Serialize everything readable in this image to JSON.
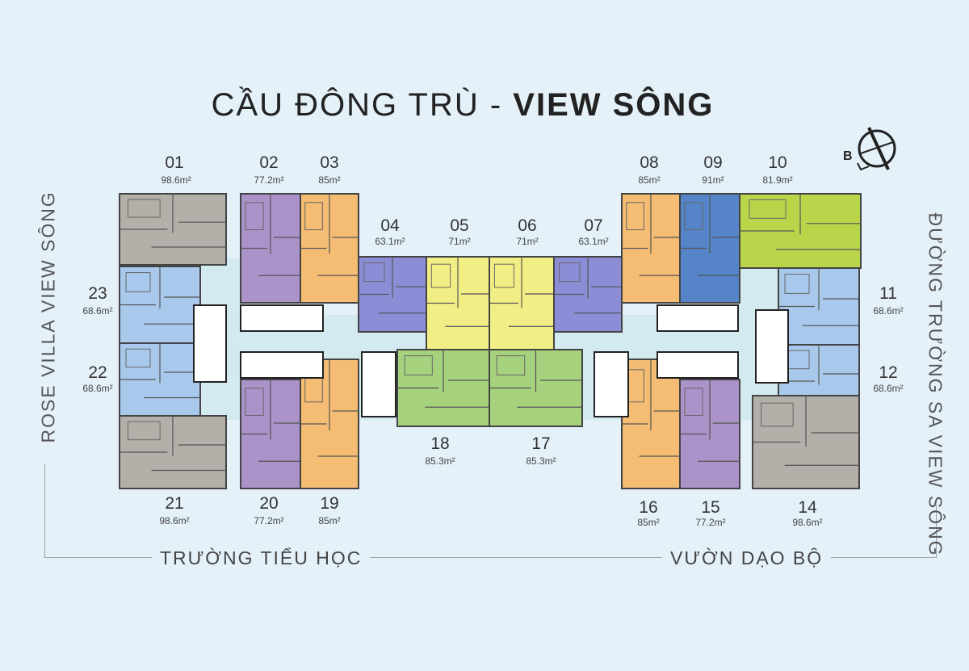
{
  "title": {
    "part1": "CẦU ĐÔNG TRÙ - ",
    "part2": "VIEW SÔNG"
  },
  "sides": {
    "left": "ROSE VILLA VIEW SÔNG",
    "right": "ĐƯỜNG TRƯỜNG SA VIEW SÔNG",
    "bottom_left": "TRƯỜNG TIỂU HỌC",
    "bottom_right": "VƯỜN DẠO BỘ"
  },
  "compass_label": "B",
  "colors": {
    "grey": "#b3b0aa",
    "purple": "#ab92c9",
    "orange": "#f4bd73",
    "lightblue": "#a9c9ec",
    "indigo": "#8b8ed6",
    "yellow": "#f2ee86",
    "green": "#a6d27e",
    "blue": "#5585c8",
    "lime": "#b9d64a",
    "core": "#ffffff"
  },
  "units": [
    {
      "id": "01",
      "area": "98.6m²"
    },
    {
      "id": "02",
      "area": "77.2m²"
    },
    {
      "id": "03",
      "area": "85m²"
    },
    {
      "id": "04",
      "area": "63.1m²"
    },
    {
      "id": "05",
      "area": "71m²"
    },
    {
      "id": "06",
      "area": "71m²"
    },
    {
      "id": "07",
      "area": "63.1m²"
    },
    {
      "id": "08",
      "area": "85m²"
    },
    {
      "id": "09",
      "area": "91m²"
    },
    {
      "id": "10",
      "area": "81.9m²"
    },
    {
      "id": "11",
      "area": "68.6m²"
    },
    {
      "id": "12",
      "area": "68.6m²"
    },
    {
      "id": "14",
      "area": "98.6m²"
    },
    {
      "id": "15",
      "area": "77.2m²"
    },
    {
      "id": "16",
      "area": "85m²"
    },
    {
      "id": "17",
      "area": "85.3m²"
    },
    {
      "id": "18",
      "area": "85.3m²"
    },
    {
      "id": "19",
      "area": "85m²"
    },
    {
      "id": "20",
      "area": "77.2m²"
    },
    {
      "id": "21",
      "area": "98.6m²"
    },
    {
      "id": "22",
      "area": "68.6m²"
    },
    {
      "id": "23",
      "area": "68.6m²"
    }
  ]
}
